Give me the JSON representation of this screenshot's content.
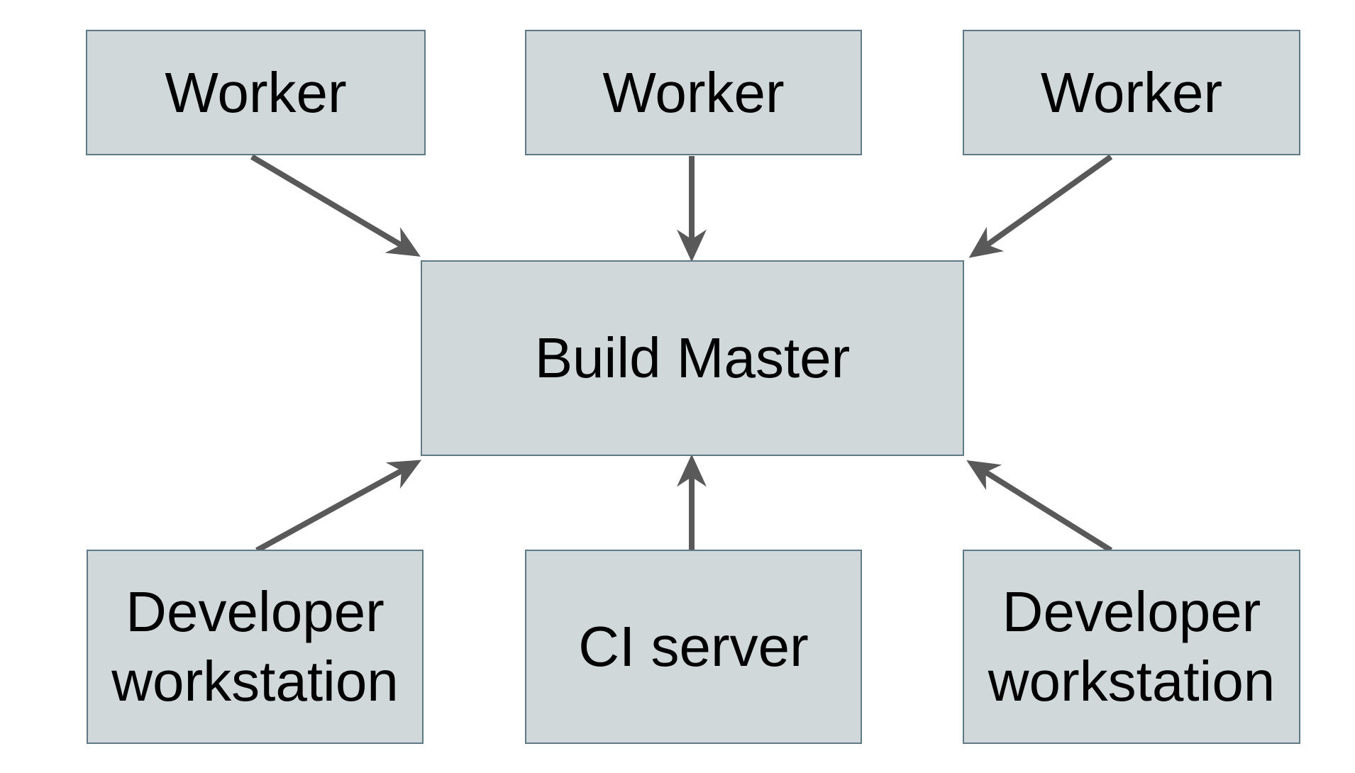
{
  "colors": {
    "node_fill": "#d0d8da",
    "node_border": "#607987",
    "arrow": "#595959",
    "label_text": "#000000",
    "background": "#ffffff"
  },
  "nodes": {
    "worker1": {
      "label": "Worker"
    },
    "worker2": {
      "label": "Worker"
    },
    "worker3": {
      "label": "Worker"
    },
    "build_master": {
      "label": "Build Master"
    },
    "dev_workstation_left": {
      "label": "Developer workstation"
    },
    "ci_server": {
      "label": "CI server"
    },
    "dev_workstation_right": {
      "label": "Developer workstation"
    }
  },
  "edges": [
    {
      "from": "worker1",
      "to": "build_master",
      "direction": "down-right"
    },
    {
      "from": "worker2",
      "to": "build_master",
      "direction": "down"
    },
    {
      "from": "worker3",
      "to": "build_master",
      "direction": "down-left"
    },
    {
      "from": "dev_workstation_left",
      "to": "build_master",
      "direction": "up-right"
    },
    {
      "from": "ci_server",
      "to": "build_master",
      "direction": "up"
    },
    {
      "from": "dev_workstation_right",
      "to": "build_master",
      "direction": "up-left"
    }
  ]
}
